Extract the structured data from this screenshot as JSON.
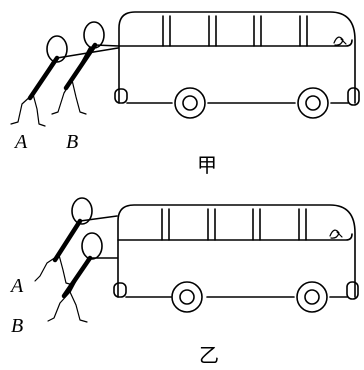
{
  "figure_top": {
    "caption": "甲",
    "person_labels": [
      "A",
      "B"
    ]
  },
  "figure_bottom": {
    "caption": "乙",
    "person_labels": [
      "A",
      "B"
    ]
  }
}
